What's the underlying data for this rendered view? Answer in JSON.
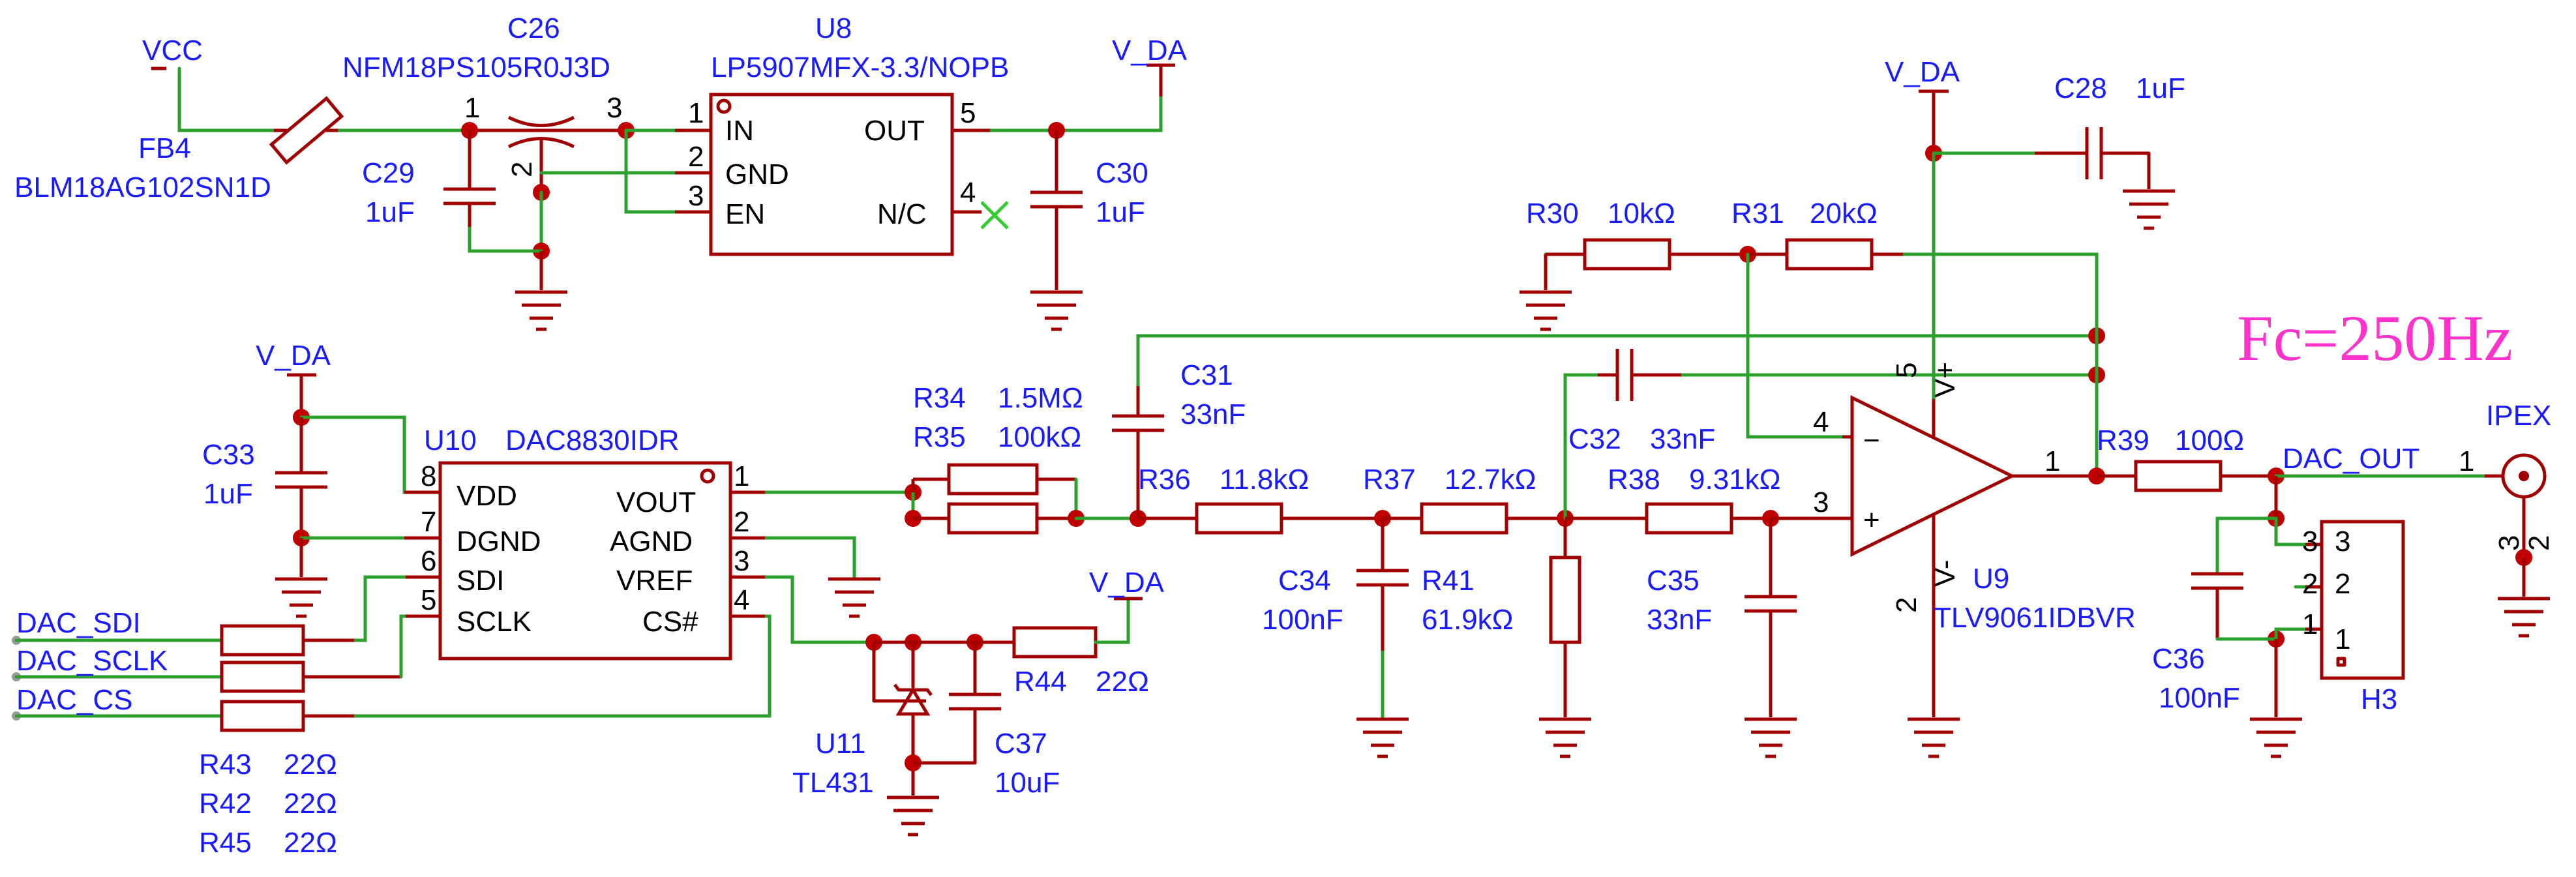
{
  "nets": {
    "vcc": "VCC",
    "v_da_u8": "V_DA",
    "v_da_u10": "V_DA",
    "v_da_opamp": "V_DA",
    "v_da_ref": "V_DA",
    "dac_sdi": "DAC_SDI",
    "dac_sclk": "DAC_SCLK",
    "dac_cs": "DAC_CS",
    "dac_out": "DAC_OUT"
  },
  "components": {
    "fb4": {
      "ref": "FB4",
      "value": "BLM18AG102SN1D"
    },
    "c26": {
      "ref": "C26",
      "value": "NFM18PS105R0J3D"
    },
    "u8": {
      "ref": "U8",
      "value": "LP5907MFX-3.3/NOPB"
    },
    "c29": {
      "ref": "C29",
      "value": "1uF"
    },
    "c30": {
      "ref": "C30",
      "value": "1uF"
    },
    "c28": {
      "ref": "C28",
      "value": "1uF"
    },
    "r30": {
      "ref": "R30",
      "value": "10kΩ"
    },
    "r31": {
      "ref": "R31",
      "value": "20kΩ"
    },
    "c31": {
      "ref": "C31",
      "value": "33nF"
    },
    "r34": {
      "ref": "R34",
      "value": "1.5MΩ"
    },
    "r35": {
      "ref": "R35",
      "value": "100kΩ"
    },
    "u10": {
      "ref": "U10",
      "value": "DAC8830IDR"
    },
    "c33": {
      "ref": "C33",
      "value": "1uF"
    },
    "r36": {
      "ref": "R36",
      "value": "11.8kΩ"
    },
    "r37": {
      "ref": "R37",
      "value": "12.7kΩ"
    },
    "r38": {
      "ref": "R38",
      "value": "9.31kΩ"
    },
    "c32": {
      "ref": "C32",
      "value": "33nF"
    },
    "c34": {
      "ref": "C34",
      "value": "100nF"
    },
    "r41": {
      "ref": "R41",
      "value": "61.9kΩ"
    },
    "c35": {
      "ref": "C35",
      "value": "33nF"
    },
    "u9": {
      "ref": "U9",
      "value": "TLV9061IDBVR"
    },
    "r39": {
      "ref": "R39",
      "value": "100Ω"
    },
    "c36": {
      "ref": "C36",
      "value": "100nF"
    },
    "h3": {
      "ref": "H3"
    },
    "ipex": {
      "ref": "IPEX"
    },
    "r44": {
      "ref": "R44",
      "value": "22Ω"
    },
    "u11": {
      "ref": "U11",
      "value": "TL431"
    },
    "c37": {
      "ref": "C37",
      "value": "10uF"
    },
    "r43": {
      "ref": "R43",
      "value": "22Ω"
    },
    "r42": {
      "ref": "R42",
      "value": "22Ω"
    },
    "r45": {
      "ref": "R45",
      "value": "22Ω"
    }
  },
  "u8_pins": {
    "in": "IN",
    "gnd": "GND",
    "en": "EN",
    "out": "OUT",
    "nc": "N/C",
    "p1": "1",
    "p2": "2",
    "p3": "3",
    "p5": "5",
    "p4": "4"
  },
  "c26_pins": {
    "p1": "1",
    "p2": "2",
    "p3": "3"
  },
  "u10_pins": {
    "vdd": "VDD",
    "dgnd": "DGND",
    "sdi": "SDI",
    "sclk": "SCLK",
    "vout": "VOUT",
    "agnd": "AGND",
    "vref": "VREF",
    "cs": "CS#",
    "p8": "8",
    "p7": "7",
    "p6": "6",
    "p5": "5",
    "p1": "1",
    "p2": "2",
    "p3": "3",
    "p4": "4"
  },
  "u9_pins": {
    "p1": "1",
    "p2": "2",
    "p3": "3",
    "p4": "4",
    "p5": "5",
    "vplus": "V+",
    "vminus": "V-",
    "minus": "−",
    "plus": "+"
  },
  "h3_pins": {
    "p3": "3",
    "p2": "2",
    "p1": "1",
    "i3": "3",
    "i2": "2",
    "i1": "1"
  },
  "ipex_pins": {
    "p1": "1",
    "p2": "2",
    "p3": "3"
  },
  "annotation": "Fc=250Hz"
}
